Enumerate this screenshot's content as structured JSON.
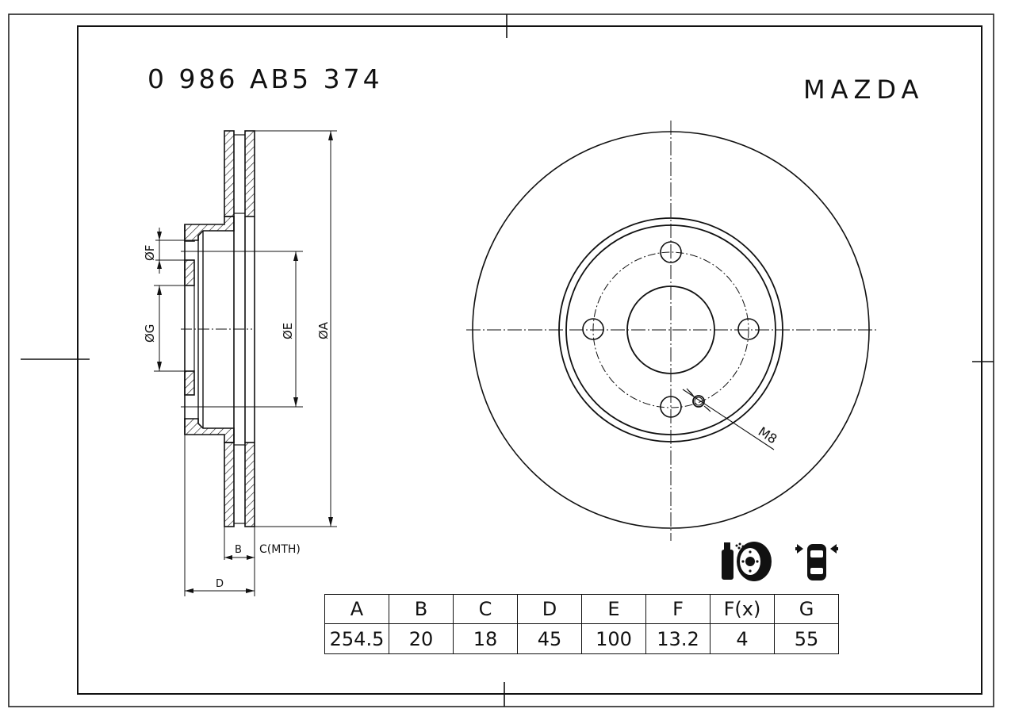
{
  "header": {
    "part_number": "0 986 AB5 374",
    "brand": "MAZDA"
  },
  "section_view": {
    "labels": {
      "dia_f": "ØF",
      "dia_g": "ØG",
      "dia_e": "ØE",
      "dia_a": "ØA",
      "b": "B",
      "c": "C(MTH)",
      "d": "D"
    }
  },
  "front_view": {
    "thread_label": "M8",
    "bolt_holes": 4
  },
  "icons": {
    "left": "brake-cleaner-spray-and-disc-icon",
    "right": "car-front-axle-icon"
  },
  "dimension_table": {
    "headers": [
      "A",
      "B",
      "C",
      "D",
      "E",
      "F",
      "F(x)",
      "G"
    ],
    "values": [
      "254.5",
      "20",
      "18",
      "45",
      "100",
      "13.2",
      "4",
      "55"
    ]
  }
}
